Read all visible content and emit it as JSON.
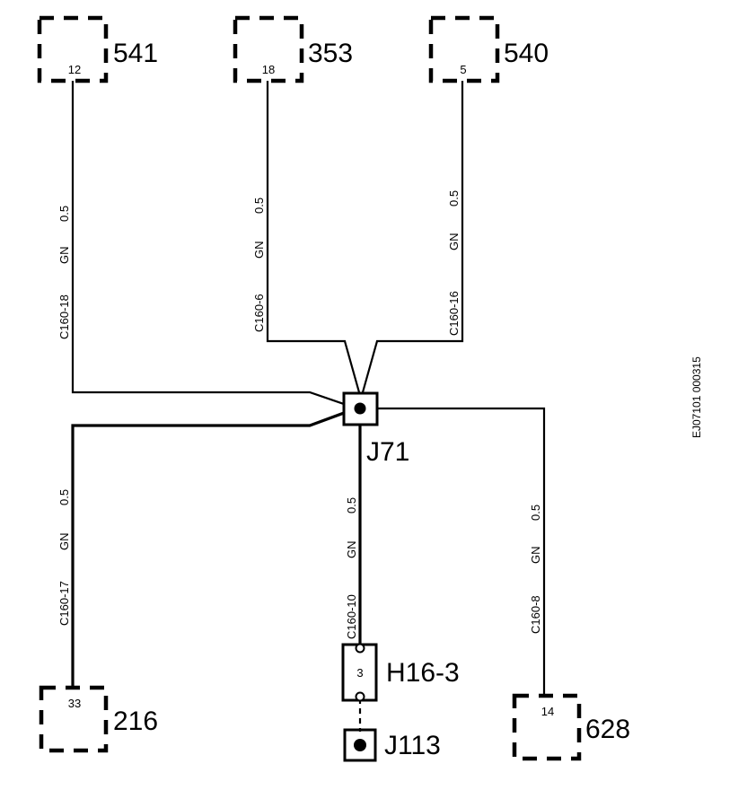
{
  "components": {
    "c541": {
      "id": "541",
      "pin": "12"
    },
    "c353": {
      "id": "353",
      "pin": "18"
    },
    "c540": {
      "id": "540",
      "pin": "5"
    },
    "c216": {
      "id": "216",
      "pin": "33"
    },
    "c628": {
      "id": "628",
      "pin": "14"
    },
    "h16": {
      "id": "H16-3",
      "pin": "3"
    },
    "j71": {
      "id": "J71"
    },
    "j113": {
      "id": "J113"
    }
  },
  "wires": {
    "w541": {
      "size": "0.5",
      "color": "GN",
      "circuit": "C160-18"
    },
    "w353": {
      "size": "0.5",
      "color": "GN",
      "circuit": "C160-6"
    },
    "w540": {
      "size": "0.5",
      "color": "GN",
      "circuit": "C160-16"
    },
    "w216": {
      "size": "0.5",
      "color": "GN",
      "circuit": "C160-17"
    },
    "wh16": {
      "size": "0.5",
      "color": "GN",
      "circuit": "C160-10"
    },
    "w628": {
      "size": "0.5",
      "color": "GN",
      "circuit": "C160-8"
    }
  },
  "reference": "EJ07101 000315"
}
